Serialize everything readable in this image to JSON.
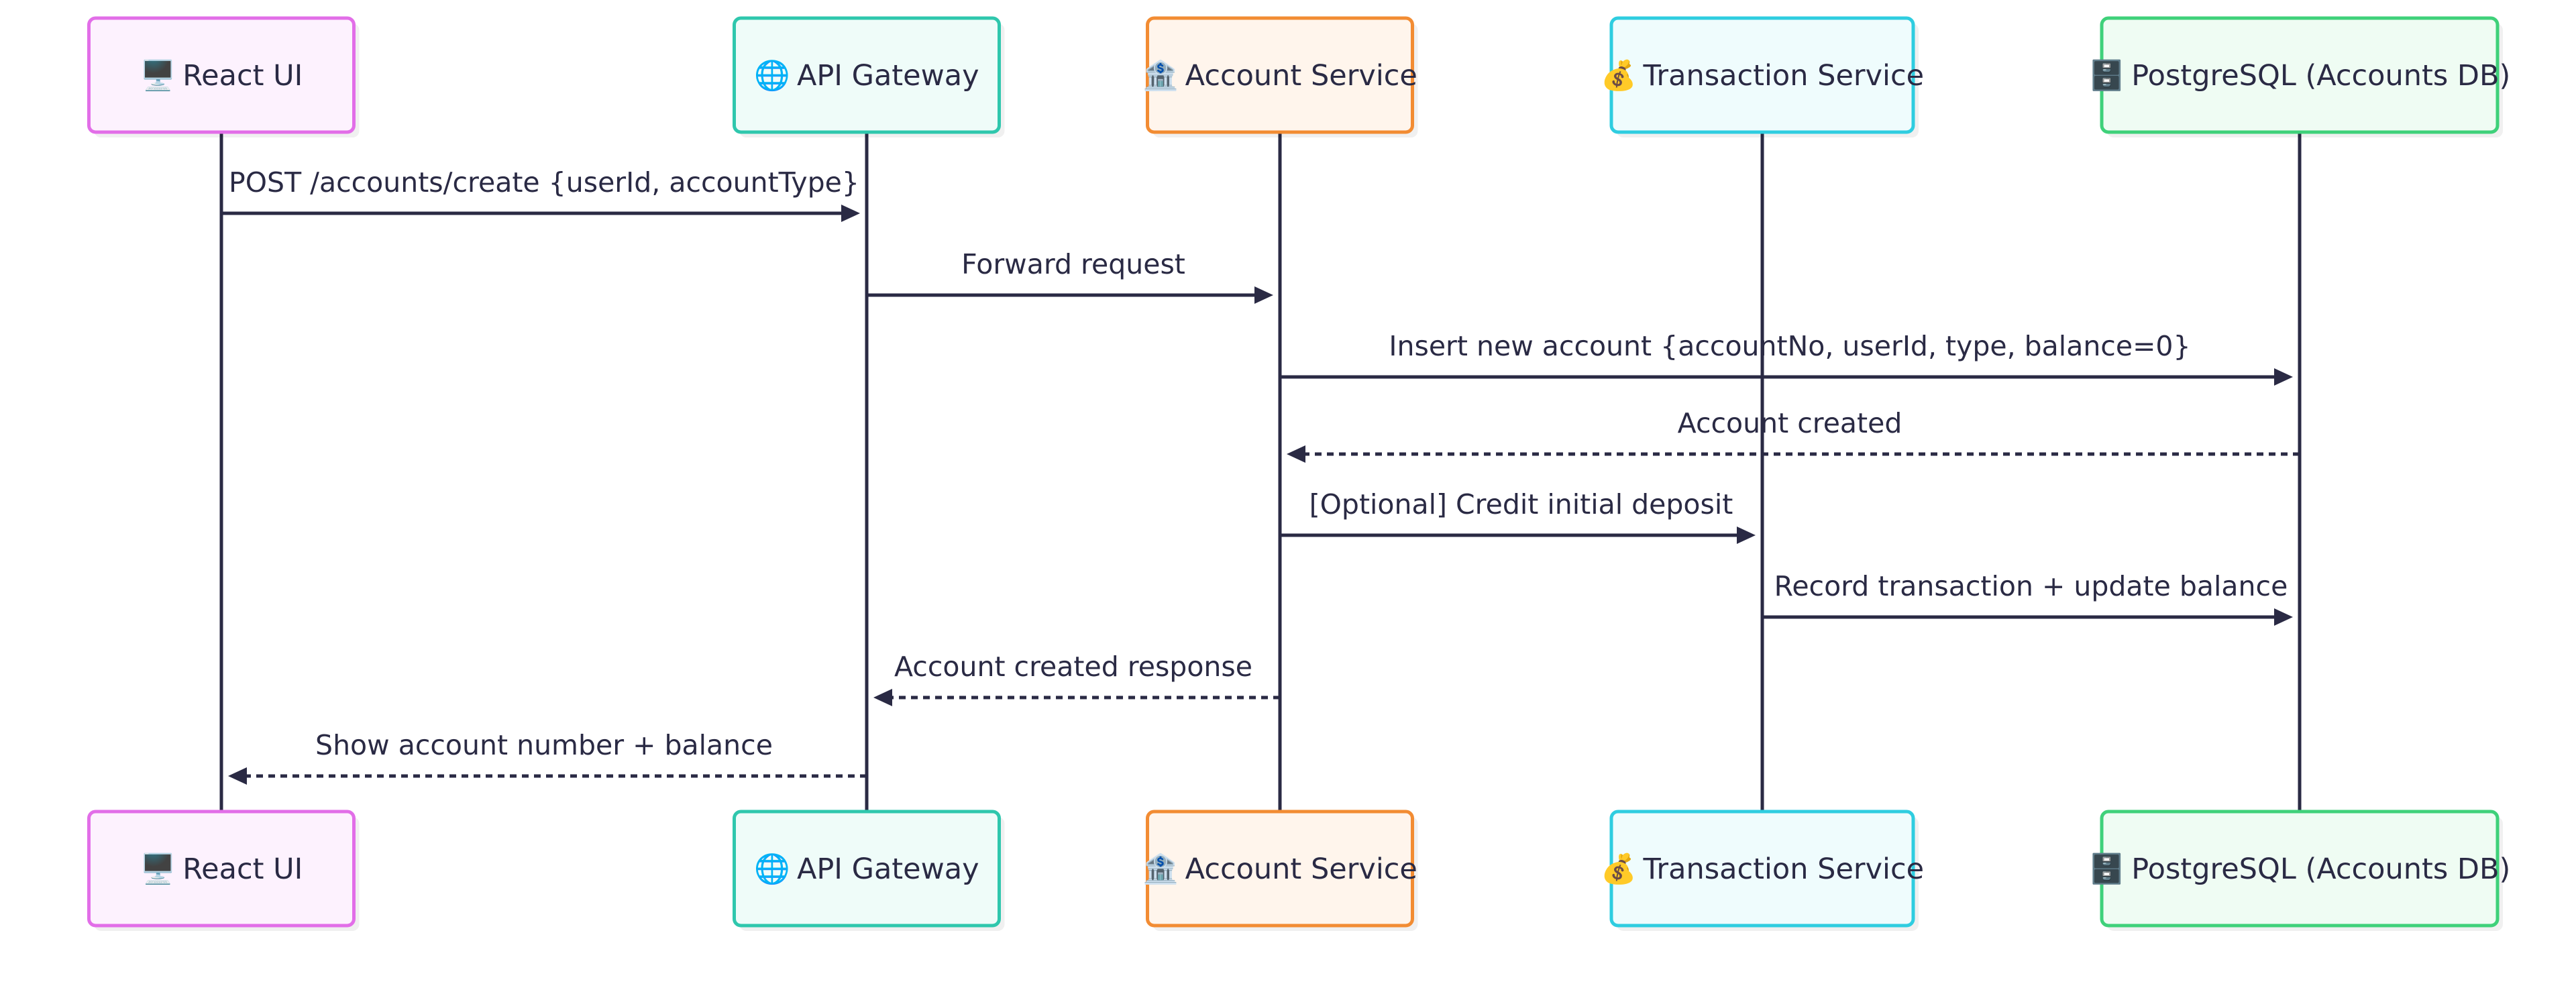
{
  "diagram": {
    "type": "sequence",
    "participants": [
      {
        "id": "ui",
        "icon": "desktop-computer-icon",
        "emoji": "🖥️",
        "label": "React UI",
        "border": "#e26ee8",
        "fill": "#fdf2fe"
      },
      {
        "id": "gw",
        "icon": "globe-icon",
        "emoji": "🌐",
        "label": "API Gateway",
        "border": "#2fc7ad",
        "fill": "#effcf9"
      },
      {
        "id": "acc",
        "icon": "bank-icon",
        "emoji": "🏦",
        "label": "Account Service",
        "border": "#f28c33",
        "fill": "#fff5ec"
      },
      {
        "id": "txn",
        "icon": "money-bag-icon",
        "emoji": "💰",
        "label": "Transaction Service",
        "border": "#2fcde0",
        "fill": "#effcfd"
      },
      {
        "id": "db",
        "icon": "file-cabinet-icon",
        "emoji": "🗄️",
        "label": "PostgreSQL (Accounts DB)",
        "border": "#3fd17a",
        "fill": "#effcf3"
      }
    ],
    "messages": [
      {
        "from": "ui",
        "to": "gw",
        "label": "POST /accounts/create {userId, accountType}",
        "style": "solid"
      },
      {
        "from": "gw",
        "to": "acc",
        "label": "Forward request",
        "style": "solid"
      },
      {
        "from": "acc",
        "to": "db",
        "label": "Insert new account {accountNo, userId, type, balance=0}",
        "style": "solid"
      },
      {
        "from": "db",
        "to": "acc",
        "label": "Account created",
        "style": "dashed"
      },
      {
        "from": "acc",
        "to": "txn",
        "label": "[Optional] Credit initial deposit",
        "style": "solid"
      },
      {
        "from": "txn",
        "to": "db",
        "label": "Record transaction + update balance",
        "style": "solid"
      },
      {
        "from": "acc",
        "to": "gw",
        "label": "Account created response",
        "style": "dashed"
      },
      {
        "from": "gw",
        "to": "ui",
        "label": "Show account number + balance",
        "style": "dashed"
      }
    ]
  }
}
